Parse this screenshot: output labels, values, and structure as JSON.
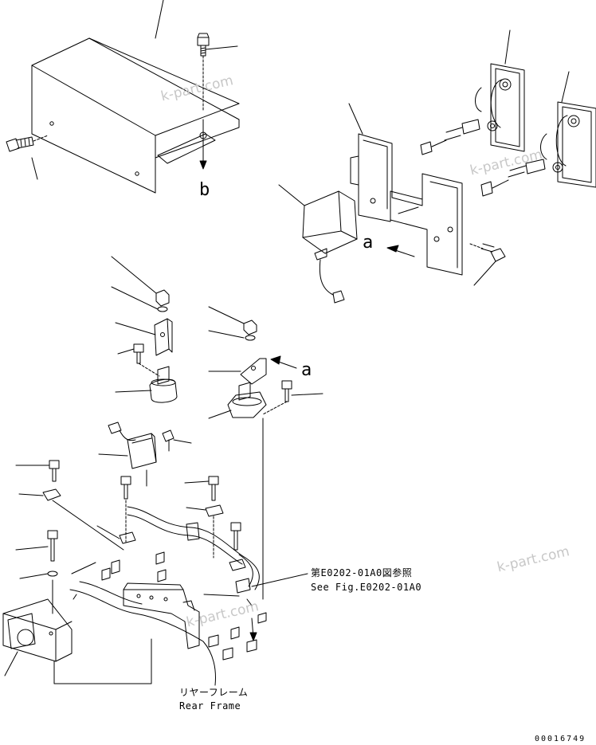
{
  "callouts": {
    "b": "b",
    "a_top": "a",
    "a_mid": "a"
  },
  "reference": {
    "jp": "第E0202-01A0図参照",
    "en": "See Fig.E0202-01A0"
  },
  "frame_label": {
    "jp": "リヤーフレーム",
    "en": "Rear Frame"
  },
  "doc_number": "00016749",
  "watermark": "k-part.com",
  "colors": {
    "line": "#000000",
    "watermark": "#c8c8c8",
    "background": "#ffffff"
  }
}
